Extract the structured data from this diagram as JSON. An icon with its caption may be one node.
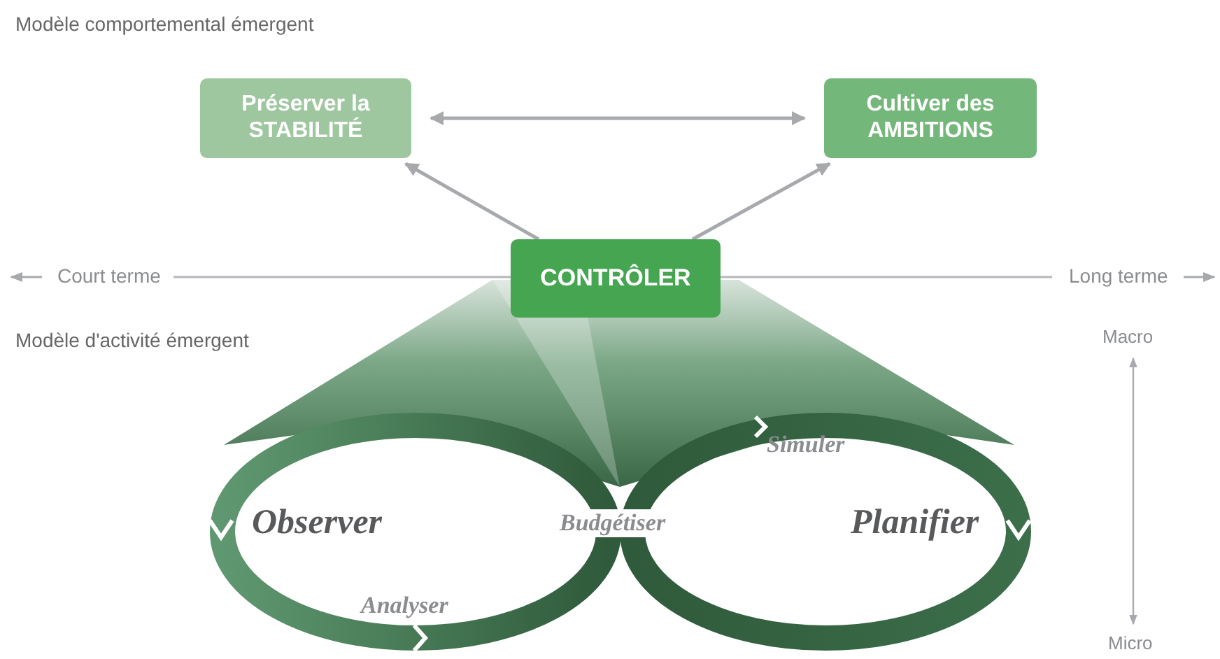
{
  "diagram": {
    "nodes": [
      {
        "text": [
          "Préserver la STABILITÉ"
        ]
      },
      {
        "text": [
          "Cultiver des AMBITIONS"
        ]
      },
      {
        "text": [
          "CONTRÔLER"
        ]
      }
    ],
    "edges": [
      {
        "from": 0,
        "to": 1,
        "arrow": "both"
      },
      {
        "from": 2,
        "to": 0,
        "arrow": "to"
      },
      {
        "from": 2,
        "to": 1,
        "arrow": "to"
      }
    ],
    "labels": [
      "Modèle comportemental émergent",
      "Court terme",
      "Long terme",
      "Modèle d'activité émergent",
      "Macro",
      "Simuler",
      "Observer",
      "Budgétiser",
      "Planifier",
      "Analyser",
      "Micro"
    ]
  }
}
